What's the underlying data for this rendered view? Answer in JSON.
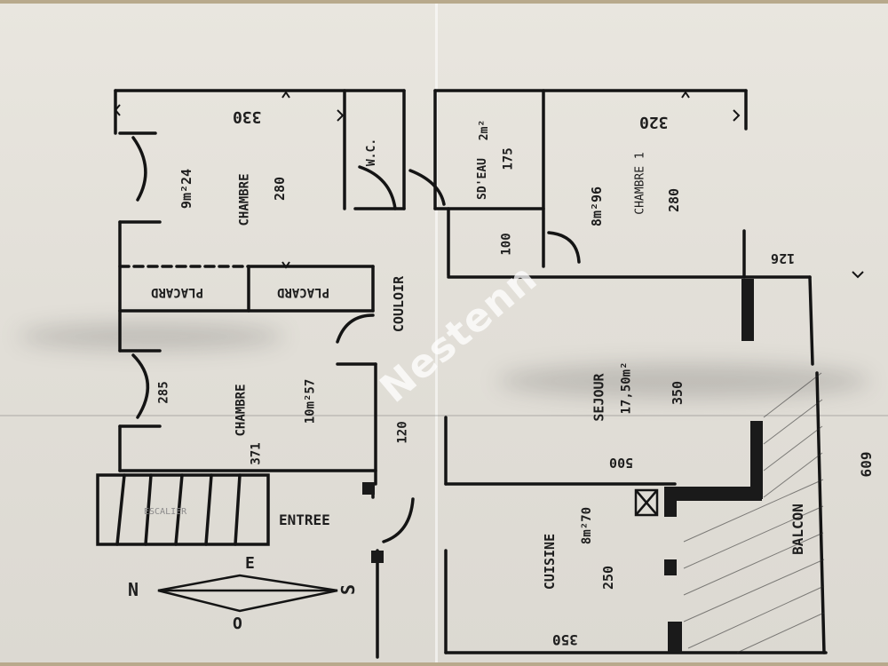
{
  "plan": {
    "rooms": {
      "chambre_top": {
        "name": "CHAMBRE",
        "area": "9m²24",
        "width": "330",
        "depth": "280"
      },
      "wc": {
        "name": "W.C."
      },
      "sdeau": {
        "name": "SD'EAU",
        "area": "2m²",
        "dim": "175",
        "depth": "100"
      },
      "chambre1": {
        "name": "CHAMBRE 1",
        "area": "8m²96",
        "width": "320",
        "depth": "280",
        "offset": "126"
      },
      "placard_left": {
        "name": "PLACARD"
      },
      "placard_right": {
        "name": "PLACARD"
      },
      "couloir": {
        "name": "COULOIR",
        "width": "120"
      },
      "chambre_mid": {
        "name": "CHAMBRE",
        "area": "10m²57",
        "width": "371",
        "depth": "285"
      },
      "sejour": {
        "name": "SEJOUR",
        "area": "17,50m²",
        "width": "500",
        "depth": "350"
      },
      "cuisine": {
        "name": "CUISINE",
        "area": "8m²70",
        "width": "350",
        "depth": "250"
      },
      "balcon": {
        "name": "BALCON",
        "length": "609"
      },
      "escalier": {
        "name": "ESCALIER"
      },
      "entree": {
        "name": "ENTREE"
      }
    },
    "compass": {
      "n": "N",
      "e": "E",
      "s": "S",
      "o": "O"
    },
    "watermark": "Nestenn"
  }
}
